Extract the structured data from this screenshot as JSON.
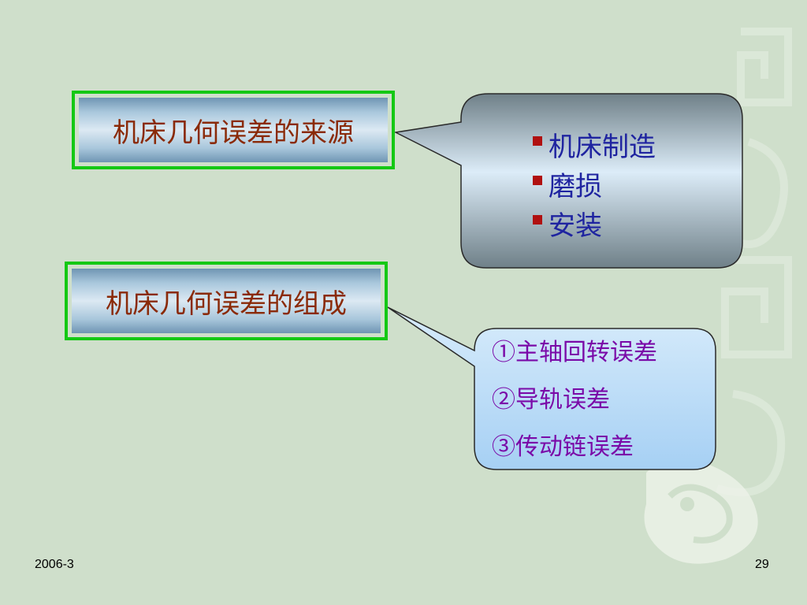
{
  "slide": {
    "colors": {
      "background": "#cfdfcb",
      "frame_border": "#14c814",
      "title_text": "#8a2a08",
      "list1_text": "#1f24a0",
      "list2_text": "#7a0aa8",
      "bullet": "#b01010"
    },
    "source_box": {
      "title": "机床几何误差的来源"
    },
    "sources_callout": {
      "items": [
        "机床制造",
        "磨损",
        "安装"
      ]
    },
    "composition_box": {
      "title": "机床几何误差的组成"
    },
    "composition_callout": {
      "items": [
        "①主轴回转误差",
        "②导轨误差",
        "③传动链误差"
      ]
    },
    "footer": {
      "date": "2006-3",
      "page_number": "29"
    }
  }
}
